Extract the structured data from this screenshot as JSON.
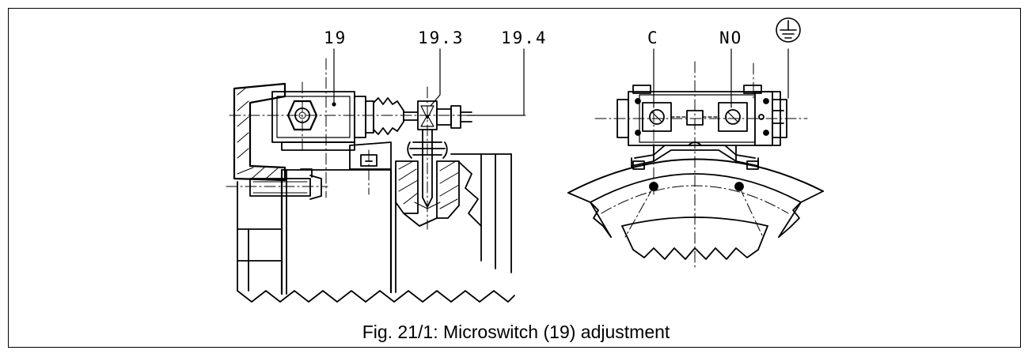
{
  "caption": "Fig. 21/1: Microswitch (19) adjustment",
  "callouts": {
    "part_19": "19",
    "part_19_3": "19.3",
    "part_19_4": "19.4",
    "terminal_c": "C",
    "terminal_no": "NO"
  },
  "icons": {
    "earth": "protective-earth-symbol"
  }
}
